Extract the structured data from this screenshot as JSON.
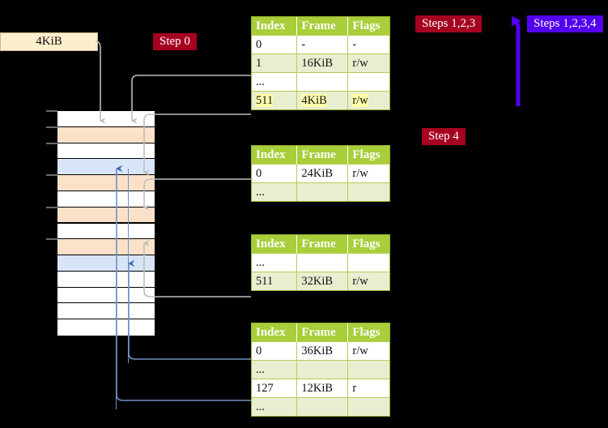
{
  "labels": {
    "size_box": "4KiB",
    "step0": "Step 0",
    "steps123": "Steps 1,2,3",
    "steps1234": "Steps 1,2,3,4",
    "step4": "Step 4"
  },
  "colors": {
    "table_header": "#a8ce3a",
    "table_alt_row": "#e8eed0",
    "highlight": "#ffffaa",
    "label_red": "#a60021",
    "label_blue": "#5200ee",
    "mem_orange": "#fce1c9",
    "mem_blue": "#d8e5f8",
    "arrow_gray": "#b3b3b3",
    "arrow_blue": "#6f92c4",
    "big_arrow_blue": "#5200ee",
    "size_box_bg": "#fdeecd"
  },
  "tables": [
    {
      "name": "level1-table",
      "columns": [
        "Index",
        "Frame",
        "Flags"
      ],
      "rows": [
        {
          "style": "plain",
          "cells": [
            "0",
            "-",
            "-"
          ],
          "highlight": false
        },
        {
          "style": "alt",
          "cells": [
            "1",
            "16KiB",
            "r/w"
          ],
          "highlight": false
        },
        {
          "style": "plain",
          "cells": [
            "...",
            "",
            ""
          ],
          "highlight": false
        },
        {
          "style": "alt",
          "cells": [
            "511",
            "4KiB",
            "r/w"
          ],
          "highlight": true
        }
      ]
    },
    {
      "name": "level2-table",
      "columns": [
        "Index",
        "Frame",
        "Flags"
      ],
      "rows": [
        {
          "style": "plain",
          "cells": [
            "0",
            "24KiB",
            "r/w"
          ],
          "highlight": false
        },
        {
          "style": "alt",
          "cells": [
            "...",
            "",
            ""
          ],
          "highlight": false
        }
      ]
    },
    {
      "name": "level3-table",
      "columns": [
        "Index",
        "Frame",
        "Flags"
      ],
      "rows": [
        {
          "style": "plain",
          "cells": [
            "...",
            "",
            ""
          ],
          "highlight": false
        },
        {
          "style": "alt",
          "cells": [
            "511",
            "32KiB",
            "r/w"
          ],
          "highlight": false
        }
      ]
    },
    {
      "name": "level4-table",
      "columns": [
        "Index",
        "Frame",
        "Flags"
      ],
      "rows": [
        {
          "style": "plain",
          "cells": [
            "0",
            "36KiB",
            "r/w"
          ],
          "highlight": false
        },
        {
          "style": "alt",
          "cells": [
            "...",
            "",
            ""
          ],
          "highlight": false
        },
        {
          "style": "plain",
          "cells": [
            "127",
            "12KiB",
            "r"
          ],
          "highlight": false
        },
        {
          "style": "alt",
          "cells": [
            "...",
            "",
            ""
          ],
          "highlight": false
        }
      ]
    }
  ],
  "memory_column": {
    "name": "physical-memory-column",
    "rows": [
      {
        "fill": "white"
      },
      {
        "fill": "orange"
      },
      {
        "fill": "white"
      },
      {
        "fill": "blue"
      },
      {
        "fill": "orange"
      },
      {
        "fill": "white"
      },
      {
        "fill": "orange"
      },
      {
        "fill": "white"
      },
      {
        "fill": "orange"
      },
      {
        "fill": "blue"
      },
      {
        "fill": "white"
      },
      {
        "fill": "white"
      },
      {
        "fill": "white"
      },
      {
        "fill": "white"
      }
    ],
    "ticks_at_rows": [
      0,
      1,
      2,
      4,
      6,
      8
    ]
  }
}
